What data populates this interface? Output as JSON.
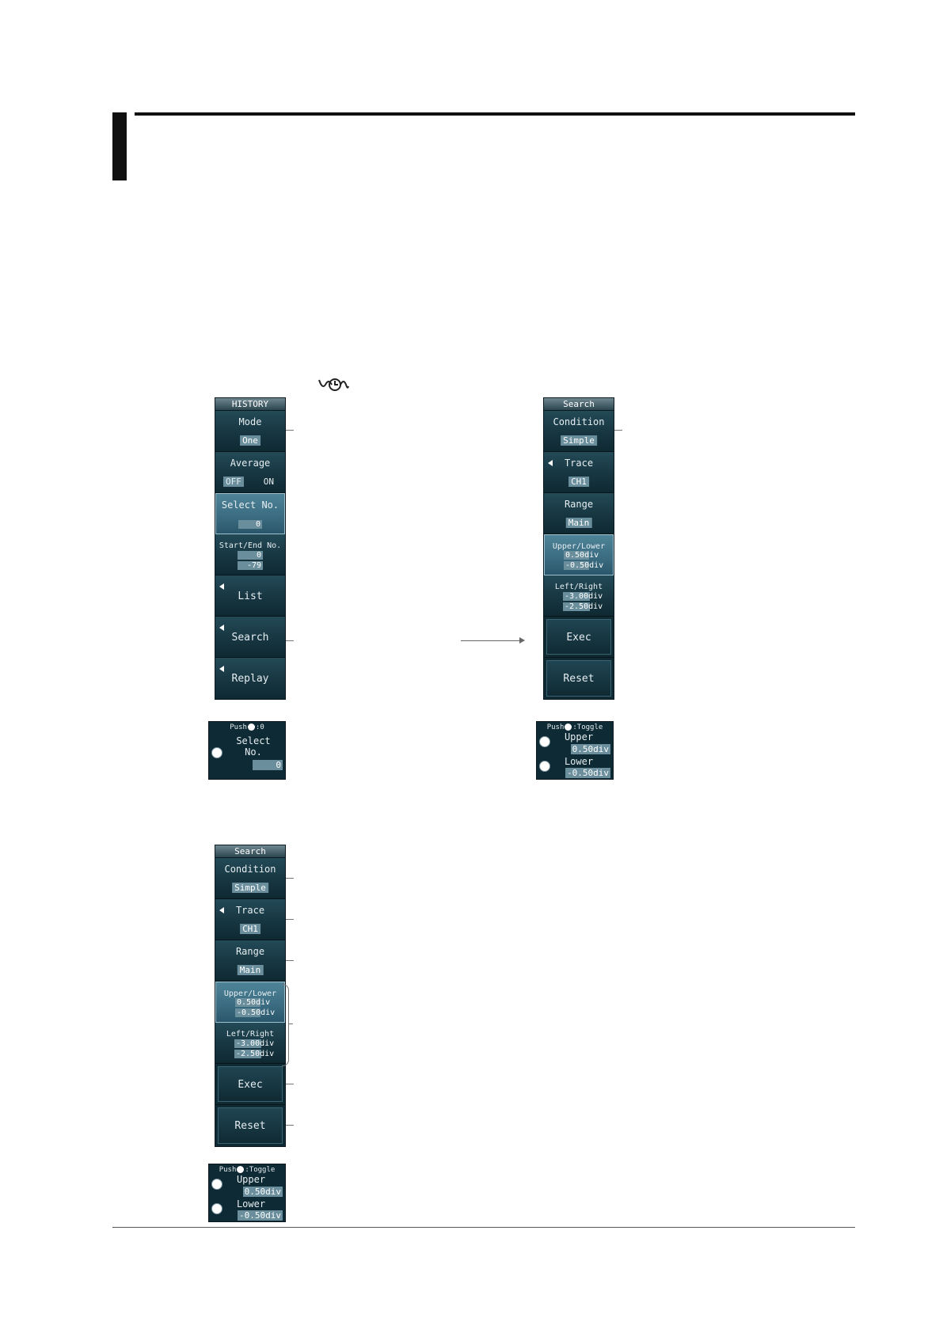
{
  "history_menu": {
    "title": "HISTORY",
    "mode_label": "Mode",
    "mode_value": "One",
    "average_label": "Average",
    "average_off": "OFF",
    "average_on": "ON",
    "select_label": "Select No.",
    "select_value": "0",
    "startend_label": "Start/End No.",
    "start_value": "0",
    "end_value": "-79",
    "list_label": "List",
    "search_label": "Search",
    "replay_label": "Replay"
  },
  "search_menu": {
    "title": "Search",
    "condition_label": "Condition",
    "condition_value": "Simple",
    "trace_label": "Trace",
    "trace_value": "CH1",
    "range_label": "Range",
    "range_value": "Main",
    "upperlower_label": "Upper/Lower",
    "upper_value": "0.50div",
    "lower_value": "-0.50div",
    "leftright_label": "Left/Right",
    "left_value": "-3.00div",
    "right_value": "-2.50div",
    "exec_label": "Exec",
    "reset_label": "Reset"
  },
  "select_popup": {
    "title_prefix": "Push",
    "title_suffix": ":0",
    "label": "Select No.",
    "value": "0"
  },
  "toggle_popup": {
    "title_prefix": "Push",
    "title_suffix": ":Toggle",
    "upper_label": "Upper",
    "upper_value": "0.50div",
    "lower_label": "Lower",
    "lower_value": "-0.50div"
  }
}
